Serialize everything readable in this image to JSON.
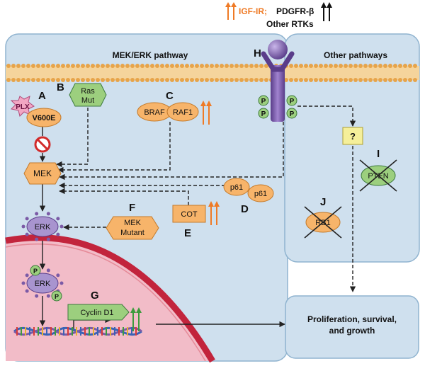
{
  "header": {
    "igf_label": "IGF-IR;",
    "pdgfr_label": "PDGFR-β",
    "other_rtks": "Other RTKs"
  },
  "panels": {
    "left_title": "MEK/ERK pathway",
    "right_title": "Other pathways"
  },
  "letters": {
    "a": "A",
    "b": "B",
    "c": "C",
    "d": "D",
    "e": "E",
    "f": "F",
    "g": "G",
    "h": "H",
    "i": "I",
    "j": "J"
  },
  "nodes": {
    "plx": "PLX",
    "v600e": "V600E",
    "ras_line1": "Ras",
    "ras_line2": "Mut",
    "braf": "BRAF",
    "raf1": "RAF1",
    "mek": "MEK",
    "erk_cyto": "ERK",
    "erk_nuc": "ERK",
    "p61_a": "p61",
    "p61_b": "p61",
    "cot": "COT",
    "mek_mut_line1": "MEK",
    "mek_mut_line2": "Mutant",
    "cyclin": "Cyclin D1",
    "unknown": "?",
    "pten": "PTEN",
    "rb1": "RB1",
    "p": "P"
  },
  "outcome": {
    "line1": "Proliferation, survival,",
    "line2": "and growth"
  },
  "colors": {
    "panel_fill": "#cfe0ee",
    "panel_stroke": "#8fb3cf",
    "membrane": "#f0c27a",
    "orange_node": "#f7b46a",
    "green_node": "#9ccf7e",
    "receptor": "#7b5aa6",
    "erk": "#a894cf",
    "nucleus": "#f2bcc8",
    "nuclear_envelope": "#c2243c",
    "up_orange": "#ef7a25",
    "up_green": "#3d9b3d",
    "inhibitor_red": "#d22a2a"
  }
}
